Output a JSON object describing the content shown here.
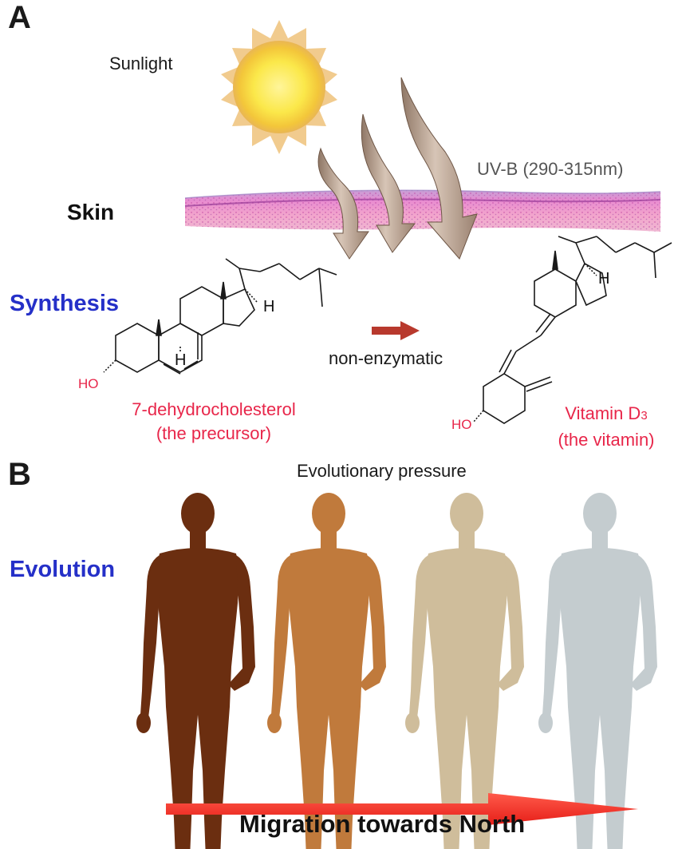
{
  "panel_a": {
    "letter": "A",
    "sunlight": "Sunlight",
    "uvb": "UV-B (290-315nm)",
    "skin": "Skin",
    "synthesis": "Synthesis",
    "reaction": "non-enzymatic",
    "precursor": {
      "name": "7-dehydrocholesterol",
      "note": "(the precursor)",
      "h1": "H",
      "h2": "H",
      "ho": "HO"
    },
    "vitamin": {
      "name_main": "Vitamin D",
      "name_sub": "3",
      "note": "(the vitamin)",
      "h1": "H",
      "ho": "HO"
    }
  },
  "panel_b": {
    "letter": "B",
    "pressure": "Evolutionary pressure",
    "evolution": "Evolution",
    "figures": [
      {
        "color": "#6b2e10"
      },
      {
        "color": "#c07a3c"
      },
      {
        "color": "#cfbd9b"
      },
      {
        "color": "#c4cccf"
      }
    ],
    "arrow_color": "#ee2b24",
    "migration": "Migration towards North"
  },
  "colors": {
    "section_blue": "#2530c8",
    "label_red": "#e8264a",
    "skin_pink": "#e27cc2"
  }
}
